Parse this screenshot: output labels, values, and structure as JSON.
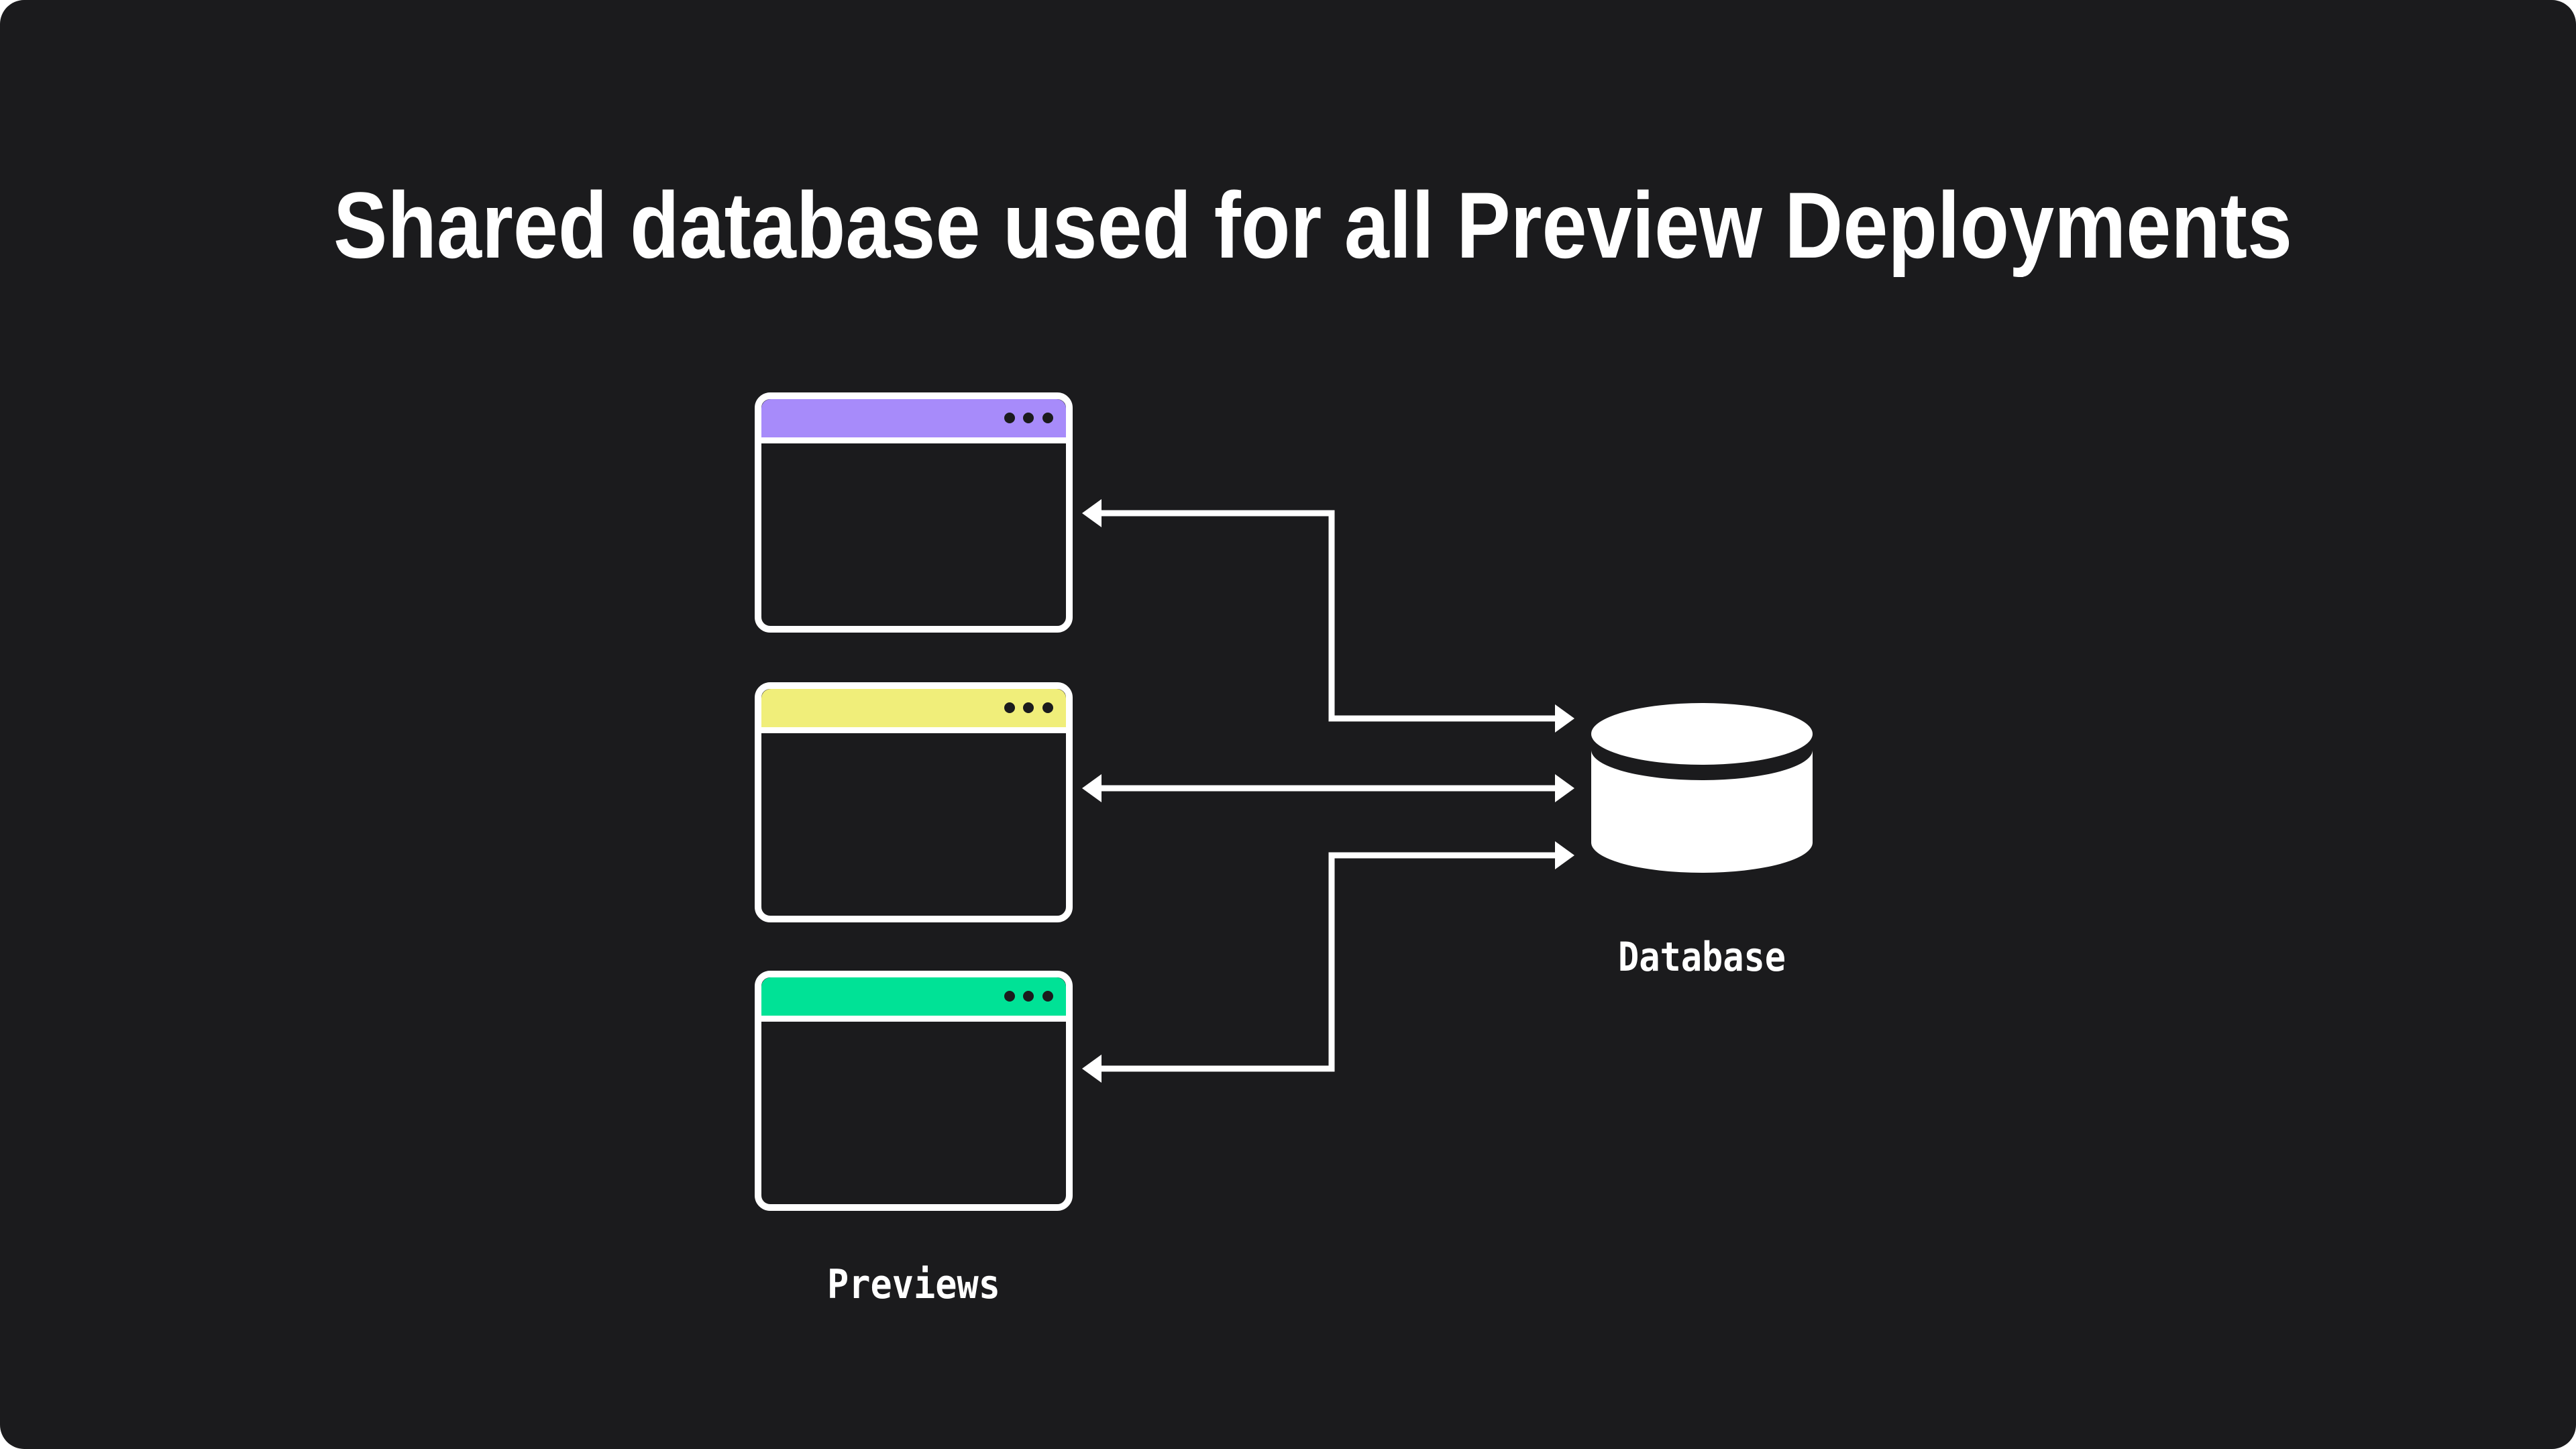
{
  "page": {
    "title": "Shared database used for all Preview Deployments"
  },
  "colors": {
    "background": "#1b1b1d",
    "white": "#ffffff",
    "dot": "#1b1b1d",
    "purple": "#a78bfa",
    "yellow": "#f0ee7a",
    "green": "#00e296"
  },
  "previews": {
    "label": "Previews",
    "windows": [
      {
        "name": "preview-window-purple",
        "titlebar_color": "#a78bfa"
      },
      {
        "name": "preview-window-yellow",
        "titlebar_color": "#f0ee7a"
      },
      {
        "name": "preview-window-green",
        "titlebar_color": "#00e296"
      }
    ]
  },
  "database": {
    "label": "Database"
  },
  "connections": [
    {
      "from": "preview-window-purple",
      "to": "database",
      "bidirectional": true
    },
    {
      "from": "preview-window-yellow",
      "to": "database",
      "bidirectional": true
    },
    {
      "from": "preview-window-green",
      "to": "database",
      "bidirectional": true
    }
  ]
}
